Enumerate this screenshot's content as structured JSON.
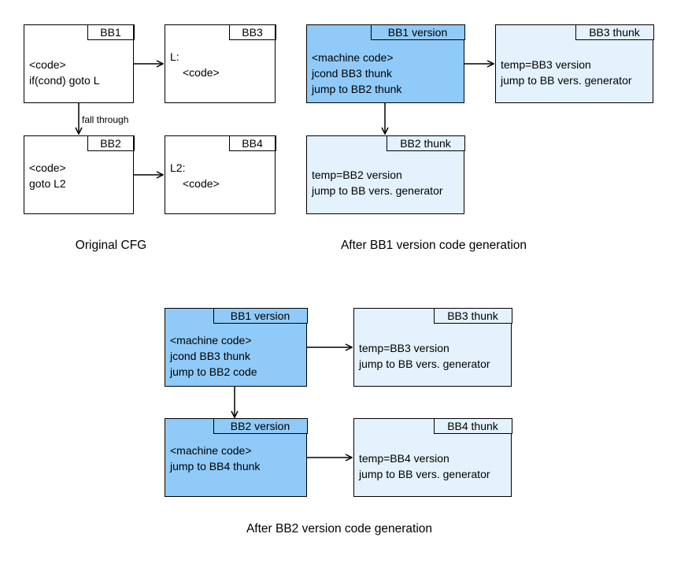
{
  "panels": {
    "original": {
      "caption": "Original CFG",
      "bb1": {
        "title": "BB1",
        "lines": [
          "<code>",
          "if(cond) goto L"
        ]
      },
      "bb3": {
        "title": "BB3",
        "lines": [
          "L:",
          "<code>"
        ]
      },
      "bb2": {
        "title": "BB2",
        "lines": [
          "<code>",
          "goto L2"
        ]
      },
      "bb4": {
        "title": "BB4",
        "lines": [
          "L2:",
          "<code>"
        ]
      },
      "edge_label": "fall through"
    },
    "after_bb1": {
      "caption": "After BB1 version code generation",
      "bb1_version": {
        "title": "BB1 version",
        "lines": [
          "<machine code>",
          "jcond BB3 thunk",
          "jump to BB2 thunk"
        ]
      },
      "bb3_thunk": {
        "title": "BB3 thunk",
        "lines": [
          "temp=BB3 version",
          "jump to BB vers. generator"
        ]
      },
      "bb2_thunk": {
        "title": "BB2 thunk",
        "lines": [
          "temp=BB2 version",
          "jump to BB vers. generator"
        ]
      }
    },
    "after_bb2": {
      "caption": "After BB2 version code generation",
      "bb1_version": {
        "title": "BB1 version",
        "lines": [
          "<machine code>",
          "jcond BB3 thunk",
          "jump to BB2 code"
        ]
      },
      "bb3_thunk": {
        "title": "BB3 thunk",
        "lines": [
          "temp=BB3 version",
          "jump to BB vers. generator"
        ]
      },
      "bb2_version": {
        "title": "BB2 version",
        "lines": [
          "<machine code>",
          "jump to BB4 thunk"
        ]
      },
      "bb4_thunk": {
        "title": "BB4 thunk",
        "lines": [
          "temp=BB4 version",
          "jump to BB vers. generator"
        ]
      }
    }
  },
  "colors": {
    "version_fill": "#90caf9",
    "thunk_fill": "#e3f2fd",
    "plain_fill": "#ffffff",
    "stroke": "#000000"
  }
}
